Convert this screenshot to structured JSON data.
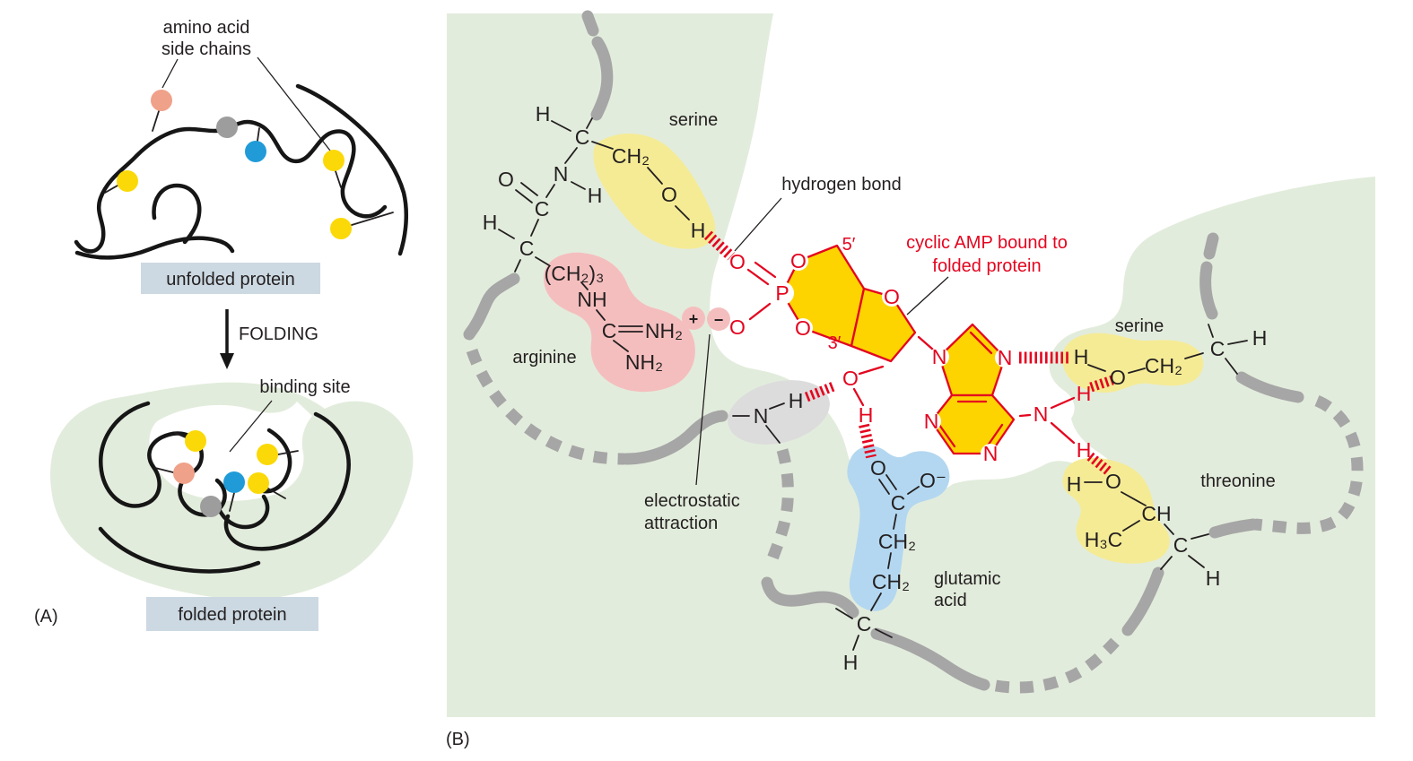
{
  "glyphs": {
    "H": "H",
    "C": "C",
    "N": "N",
    "O": "O",
    "P": "P",
    "CH2": "CH₂",
    "CH2_3": "(CH₂)₃",
    "NH": "NH",
    "NH2": "NH₂",
    "O_MINUS": "O⁻",
    "H3C": "H₃C",
    "CH": "CH",
    "PLUS": "+",
    "MINUS": "−",
    "FIVE_PRIME": "5′",
    "THREE_PRIME": "3′"
  },
  "panelA": {
    "tag": "(A)",
    "side_chains_line1": "amino acid",
    "side_chains_line2": "side chains",
    "unfolded_protein": "unfolded protein",
    "folding": "FOLDING",
    "binding_site": "binding site",
    "folded_protein": "folded protein"
  },
  "panelB": {
    "tag": "(B)",
    "serine_left": "serine",
    "hydrogen_bond": "hydrogen bond",
    "camp_line1": "cyclic AMP bound to",
    "camp_line2": "folded protein",
    "arginine": "arginine",
    "electrostatic_line1": "electrostatic",
    "electrostatic_line2": "attraction",
    "glutamic_line1": "glutamic",
    "glutamic_line2": "acid",
    "serine_right": "serine",
    "threonine": "threonine"
  },
  "colors": {
    "background": "#ffffff",
    "panel_green": "#e2ecdc",
    "label_box_blue": "#ccd9e2",
    "highlight_yellow": "#f5eb95",
    "ring_yellow": "#fdd400",
    "highlight_pink": "#f5bebe",
    "highlight_blue": "#b3d7f0",
    "highlight_gray": "#dcdcdc",
    "backbone_gray": "#a6a6a6",
    "bond_red": "#e4051f",
    "ink": "#231f20",
    "dot_salmon": "#f0a189",
    "dot_gray": "#9d9d9d",
    "dot_blue": "#209bd8",
    "dot_yellow": "#fbd908"
  }
}
